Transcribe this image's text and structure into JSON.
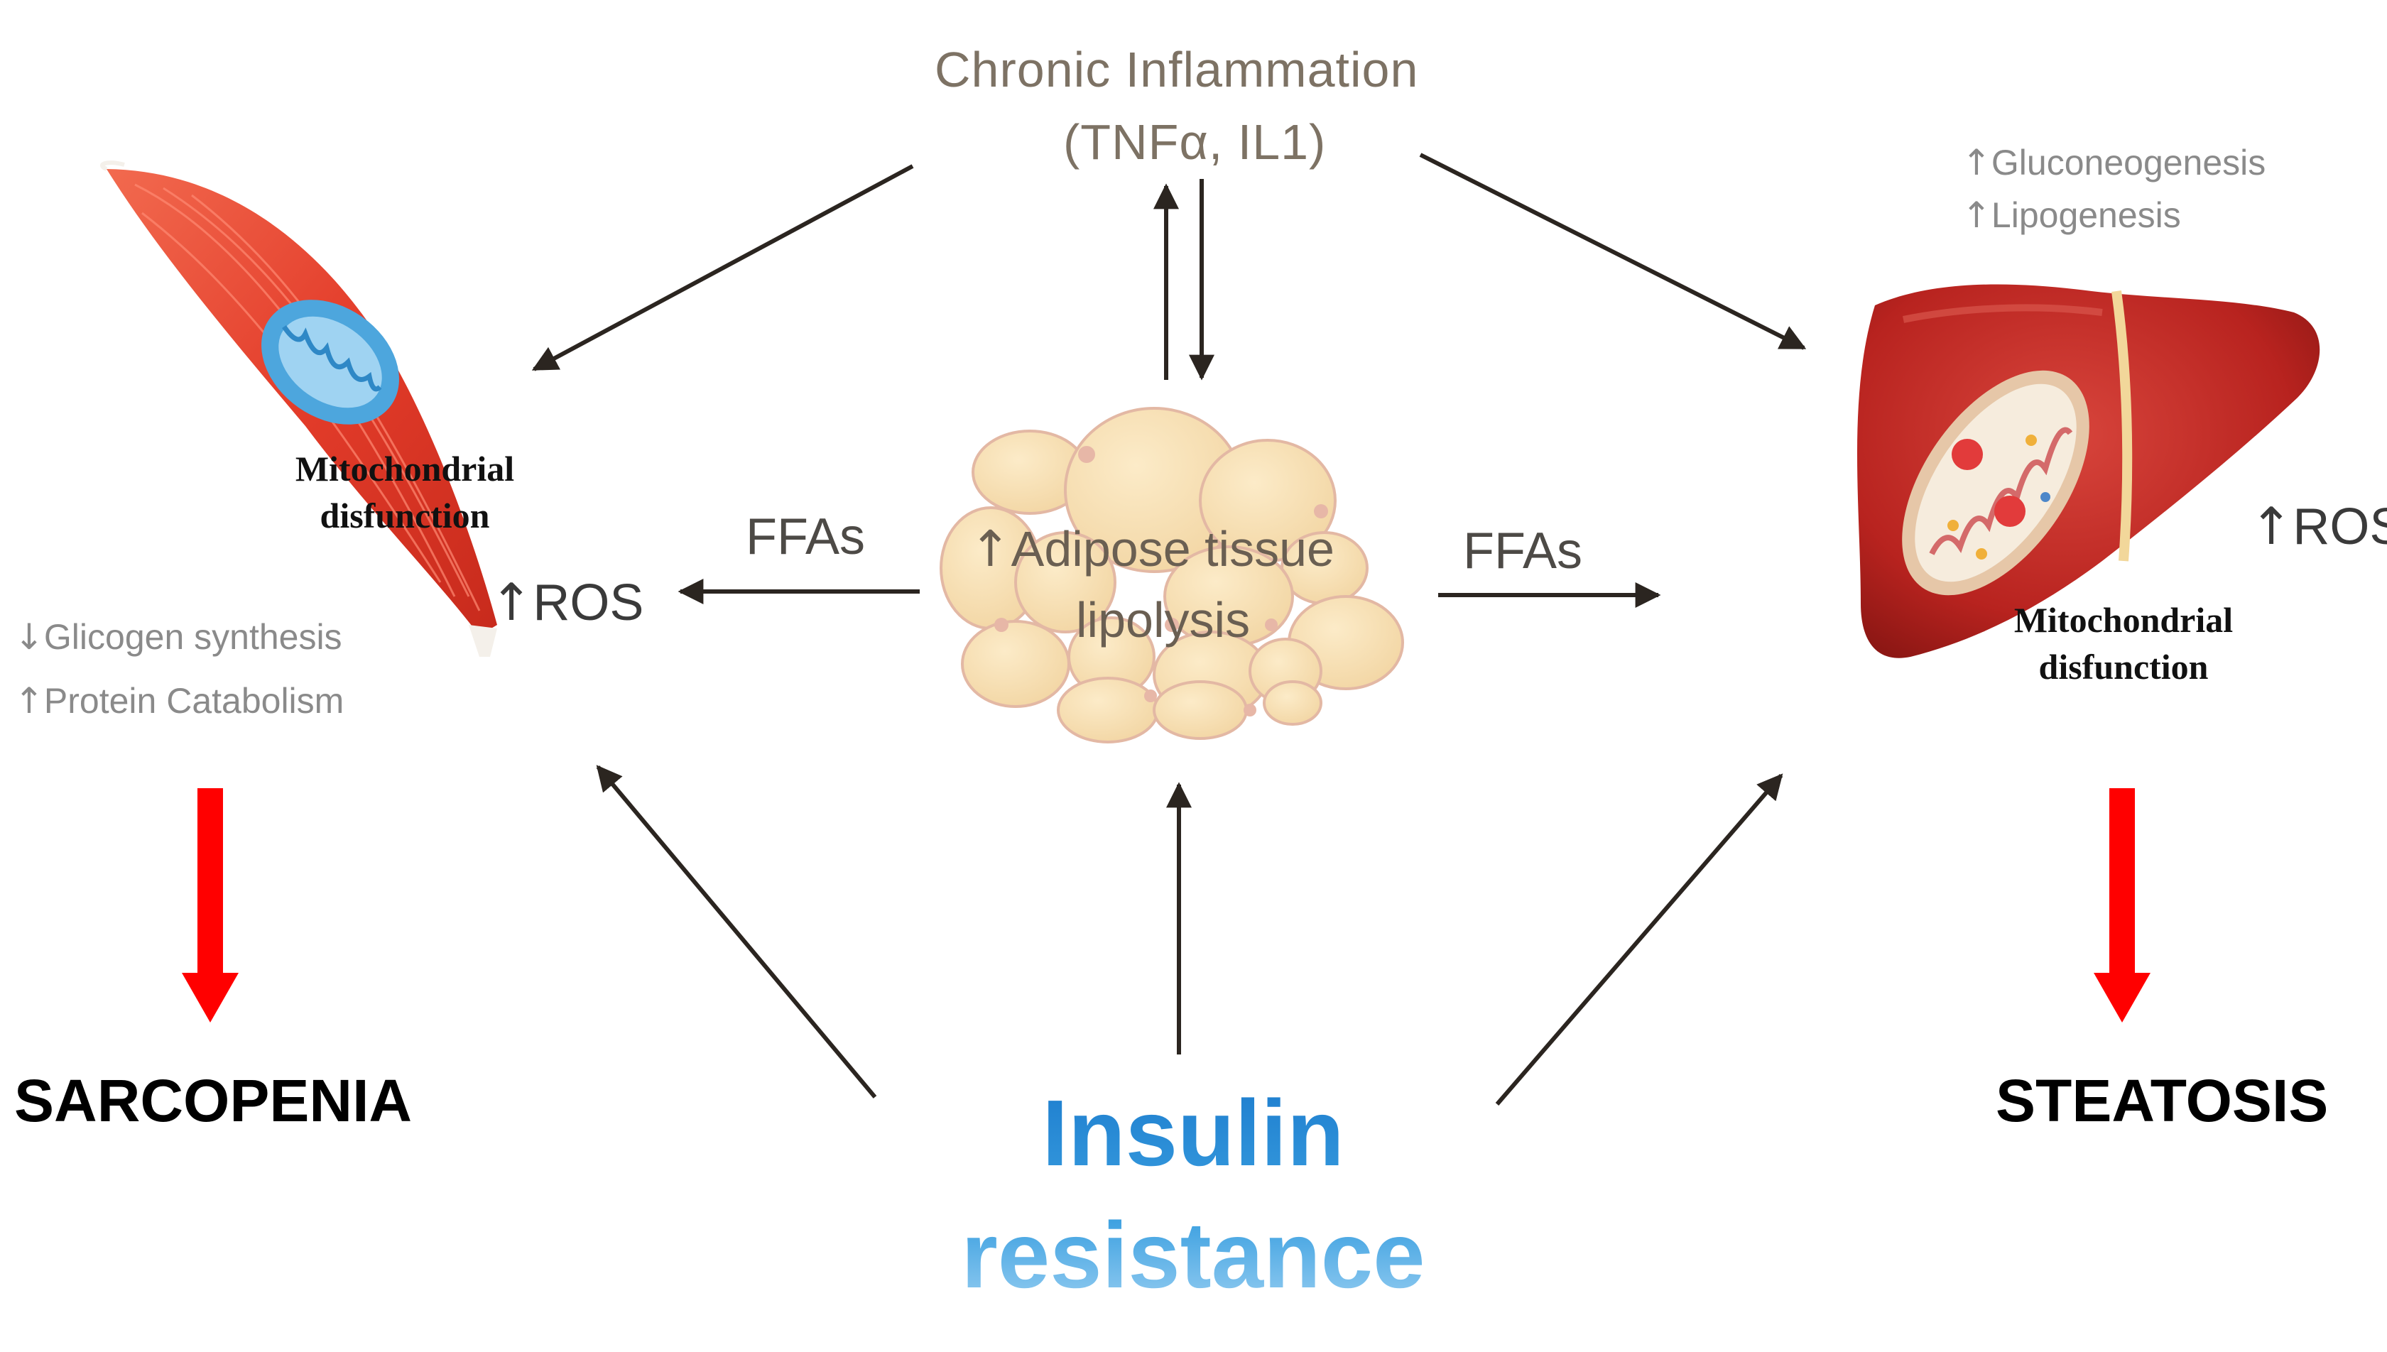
{
  "inflammation": {
    "line1": "Chronic Inflammation",
    "line2": "(TNFα, IL1)"
  },
  "adipose": {
    "line1": "Adipose tissue",
    "line2": "lipolysis",
    "indicator": "up"
  },
  "ffas": {
    "left": "FFAs",
    "right": "FFAs"
  },
  "muscle": {
    "organ_icon": "muscle-icon",
    "mito_icon": "mitochondrion-icon",
    "mito_line1": "Mitochondrial",
    "mito_line2": "disfunction",
    "ros": "ROS",
    "ros_indicator": "up",
    "effects": [
      {
        "arrow": "down",
        "text": "Glicogen synthesis"
      },
      {
        "arrow": "up",
        "text": "Protein Catabolism"
      }
    ],
    "outcome": "SARCOPENIA"
  },
  "liver": {
    "organ_icon": "liver-icon",
    "mito_icon": "mitochondrion-icon",
    "effects": [
      {
        "arrow": "up",
        "text": "Gluconeogenesis"
      },
      {
        "arrow": "up",
        "text": "Lipogenesis"
      }
    ],
    "ros": "ROS",
    "ros_indicator": "up",
    "mito_line1": "Mitochondrial",
    "mito_line2": "disfunction",
    "outcome": "STEATOSIS"
  },
  "insulin": {
    "line1": "Insulin",
    "line2": "resistance"
  },
  "colors": {
    "outcome_arrow": "#ff0000",
    "connector": "#2b2520",
    "insulin_text": "#2a8fd6",
    "muscle": "#e8412f",
    "liver": "#b8231f",
    "adipocyte": "#f7dfb2",
    "mitochondria": "#4da6dd"
  }
}
